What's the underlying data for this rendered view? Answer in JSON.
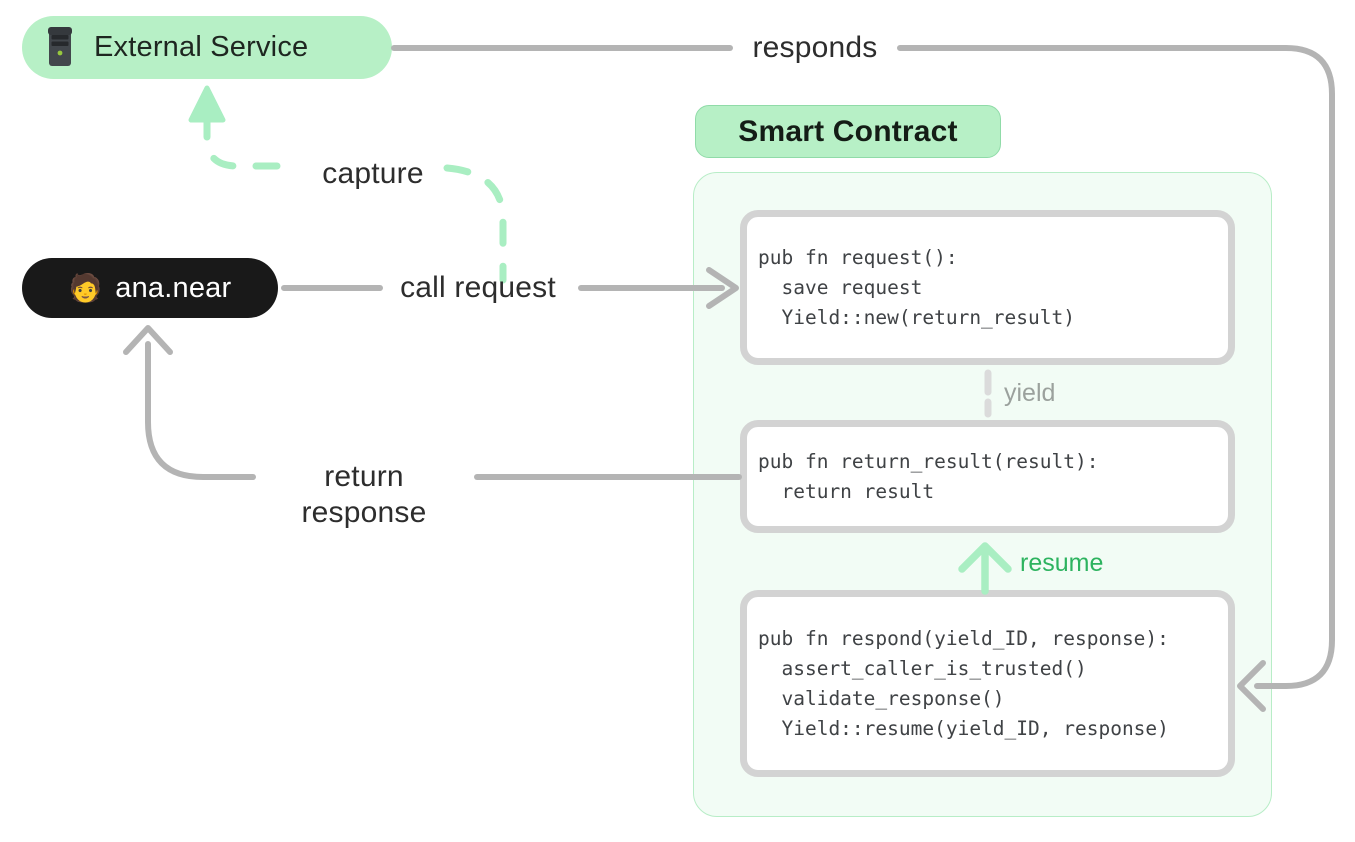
{
  "external_service": {
    "label": "External Service",
    "icon": "server-icon"
  },
  "user": {
    "emoji": "🧑",
    "label": "ana.near"
  },
  "contract": {
    "title": "Smart Contract",
    "functions": [
      {
        "lines": [
          "pub fn request():",
          "  save request",
          "  Yield::new(return_result)"
        ]
      },
      {
        "lines": [
          "pub fn return_result(result):",
          "  return result"
        ]
      },
      {
        "lines": [
          "pub fn respond(yield_ID, response):",
          "  assert_caller_is_trusted()",
          "  validate_response()",
          "  Yield::resume(yield_ID, response)"
        ]
      }
    ]
  },
  "edges": {
    "responds": "responds",
    "call_request": "call request",
    "return_response": "return response",
    "capture": "capture",
    "yield": "yield",
    "resume": "resume"
  },
  "colors": {
    "accent_green_fill": "#b7f0c6",
    "panel_fill": "#f2fcf5",
    "panel_border": "#b8edc7",
    "line_gray": "#b4b4b4",
    "box_border": "#d3d3d3",
    "soft_green_arrow": "#a9eec2",
    "resume_text_green": "#2db35f",
    "yield_text_gray": "#9ba19d",
    "user_pill_black": "#191919",
    "code_text": "#3f4245"
  }
}
